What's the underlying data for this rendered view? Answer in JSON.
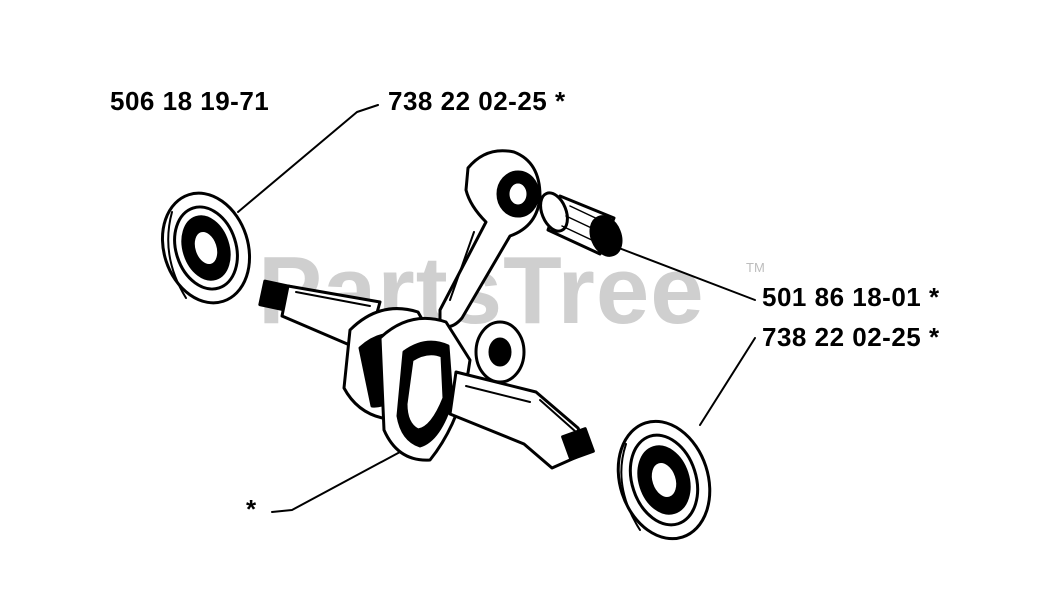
{
  "colors": {
    "ink": "#000000",
    "paper": "#ffffff",
    "watermark": "#cfcfcf"
  },
  "watermark": {
    "text": "PartsTree",
    "mark": "TM"
  },
  "callouts": [
    {
      "id": "main",
      "text": "506 18 19-71"
    },
    {
      "id": "bearing-top",
      "text": "738 22 02-25  *"
    },
    {
      "id": "needle-bearing",
      "text": "501 86 18-01  *"
    },
    {
      "id": "bearing-bottom",
      "text": "738 22 02-25  *"
    },
    {
      "id": "crank-star",
      "text": "*"
    }
  ]
}
